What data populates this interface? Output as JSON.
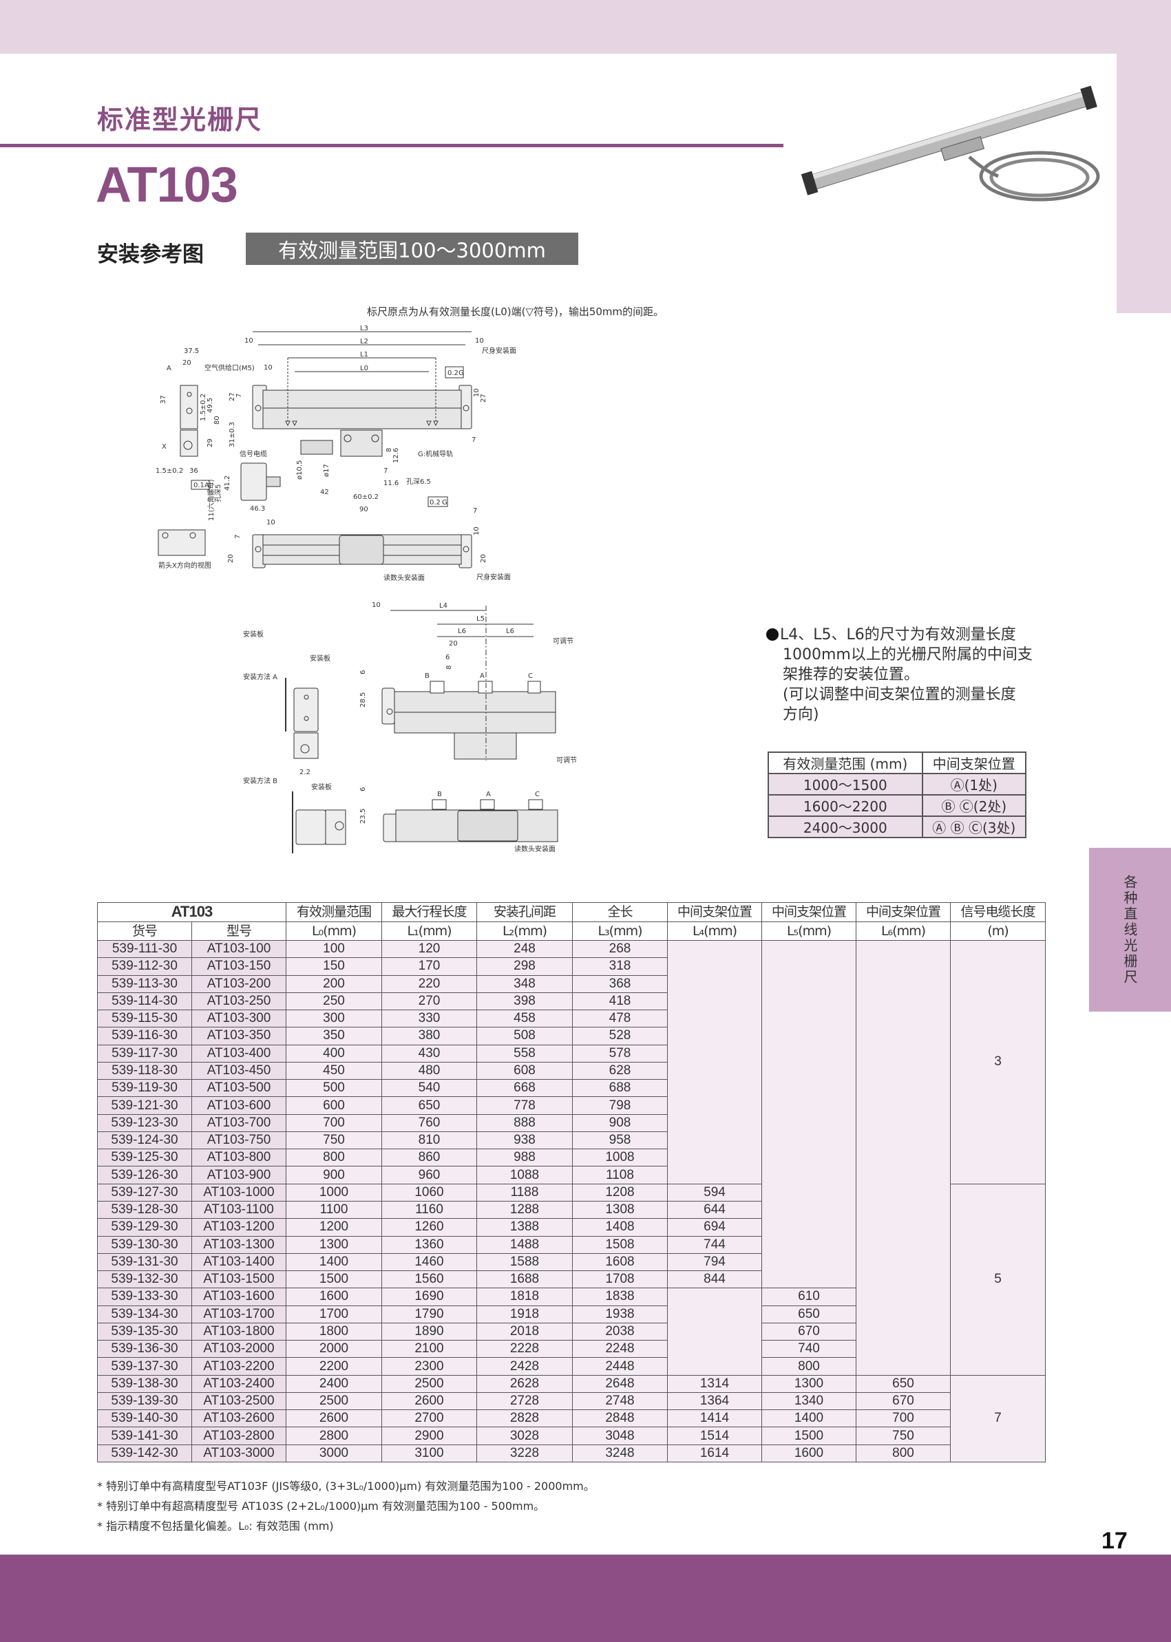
{
  "header": {
    "title": "标准型光栅尺",
    "model": "AT103",
    "section_title": "安装参考图",
    "range_label": "有效测量范围100～3000mm"
  },
  "side_tab": "各种直线光栅尺",
  "drawing": {
    "caption": "标尺原点为从有效测量长度(L0)端(▽符号)，输出50mm的间距。",
    "labels": [
      "L3",
      "L2",
      "L1",
      "L0",
      "10",
      "10",
      "10",
      "37.5",
      "20",
      "空气供给口(M5)",
      "A",
      "37",
      "1.5±0.2",
      "49.5",
      "80",
      "29",
      "27",
      "7",
      "31±0.3",
      "X",
      "1.5±0.2",
      "36",
      "0.1",
      "A",
      "11(六角螺母)",
      "孔深5",
      "信号电缆",
      "41.2",
      "46.3",
      "ø10.5",
      "ø17",
      "42",
      "60±0.2",
      "90",
      "7",
      "11.6",
      "8",
      "12.6",
      "孔深6.5",
      "G:机械导轨",
      "0.2",
      "G",
      "尺身安装面",
      "10",
      "27",
      "7",
      "0.2",
      "G",
      "10",
      "7",
      "20",
      "10",
      "20",
      "7",
      "读数头安装面",
      "尺身安装面",
      "箭头X方向的视图"
    ],
    "mount": {
      "plate": "安装板",
      "method_a": "安装方法 A",
      "method_b": "安装方法 B",
      "plate_a": "安装板",
      "plate_b": "安装板",
      "gap": "2.2",
      "adjust_a": "可调节",
      "adjust_b": "可调节",
      "head_face": "读数头安装面",
      "dims": [
        "10",
        "L4",
        "L5",
        "L6",
        "L6",
        "20",
        "6",
        "8",
        "6",
        "28.5",
        "6",
        "23.5"
      ],
      "brackets": [
        "B",
        "A",
        "C",
        "B",
        "A",
        "C"
      ]
    }
  },
  "note": [
    "L4、L5、L6的尺寸为有效测量长度",
    "1000mm以上的光栅尺附属的中间支",
    "架推荐的安装位置。",
    "(可以调整中间支架位置的测量长度",
    "方向)"
  ],
  "support_table": {
    "headers": [
      "有效测量范围 (mm)",
      "中间支架位置"
    ],
    "rows": [
      [
        "1000～1500",
        "Ⓐ(1处)"
      ],
      [
        "1600～2200",
        "Ⓑ Ⓒ(2处)"
      ],
      [
        "2400～3000",
        "Ⓐ Ⓑ Ⓒ(3处)"
      ]
    ]
  },
  "table": {
    "group_header": "AT103",
    "headers": [
      [
        "货号",
        ""
      ],
      [
        "型号",
        ""
      ],
      [
        "有效测量范围",
        "L₀(mm)"
      ],
      [
        "最大行程长度",
        "L₁(mm)"
      ],
      [
        "安装孔间距",
        "L₂(mm)"
      ],
      [
        "全长",
        "L₃(mm)"
      ],
      [
        "中间支架位置",
        "L₄(mm)"
      ],
      [
        "中间支架位置",
        "L₅(mm)"
      ],
      [
        "中间支架位置",
        "L₆(mm)"
      ],
      [
        "信号电缆长度",
        "(m)"
      ]
    ],
    "rows": [
      [
        "539-111-30",
        "AT103-100",
        "100",
        "120",
        "248",
        "268"
      ],
      [
        "539-112-30",
        "AT103-150",
        "150",
        "170",
        "298",
        "318"
      ],
      [
        "539-113-30",
        "AT103-200",
        "200",
        "220",
        "348",
        "368"
      ],
      [
        "539-114-30",
        "AT103-250",
        "250",
        "270",
        "398",
        "418"
      ],
      [
        "539-115-30",
        "AT103-300",
        "300",
        "330",
        "458",
        "478"
      ],
      [
        "539-116-30",
        "AT103-350",
        "350",
        "380",
        "508",
        "528"
      ],
      [
        "539-117-30",
        "AT103-400",
        "400",
        "430",
        "558",
        "578"
      ],
      [
        "539-118-30",
        "AT103-450",
        "450",
        "480",
        "608",
        "628"
      ],
      [
        "539-119-30",
        "AT103-500",
        "500",
        "540",
        "668",
        "688"
      ],
      [
        "539-121-30",
        "AT103-600",
        "600",
        "650",
        "778",
        "798"
      ],
      [
        "539-123-30",
        "AT103-700",
        "700",
        "760",
        "888",
        "908"
      ],
      [
        "539-124-30",
        "AT103-750",
        "750",
        "810",
        "938",
        "958"
      ],
      [
        "539-125-30",
        "AT103-800",
        "800",
        "860",
        "988",
        "1008"
      ],
      [
        "539-126-30",
        "AT103-900",
        "900",
        "960",
        "1088",
        "1108"
      ],
      [
        "539-127-30",
        "AT103-1000",
        "1000",
        "1060",
        "1188",
        "1208"
      ],
      [
        "539-128-30",
        "AT103-1100",
        "1100",
        "1160",
        "1288",
        "1308"
      ],
      [
        "539-129-30",
        "AT103-1200",
        "1200",
        "1260",
        "1388",
        "1408"
      ],
      [
        "539-130-30",
        "AT103-1300",
        "1300",
        "1360",
        "1488",
        "1508"
      ],
      [
        "539-131-30",
        "AT103-1400",
        "1400",
        "1460",
        "1588",
        "1608"
      ],
      [
        "539-132-30",
        "AT103-1500",
        "1500",
        "1560",
        "1688",
        "1708"
      ],
      [
        "539-133-30",
        "AT103-1600",
        "1600",
        "1690",
        "1818",
        "1838"
      ],
      [
        "539-134-30",
        "AT103-1700",
        "1700",
        "1790",
        "1918",
        "1938"
      ],
      [
        "539-135-30",
        "AT103-1800",
        "1800",
        "1890",
        "2018",
        "2038"
      ],
      [
        "539-136-30",
        "AT103-2000",
        "2000",
        "2100",
        "2228",
        "2248"
      ],
      [
        "539-137-30",
        "AT103-2200",
        "2200",
        "2300",
        "2428",
        "2448"
      ],
      [
        "539-138-30",
        "AT103-2400",
        "2400",
        "2500",
        "2628",
        "2648"
      ],
      [
        "539-139-30",
        "AT103-2500",
        "2500",
        "2600",
        "2728",
        "2748"
      ],
      [
        "539-140-30",
        "AT103-2600",
        "2600",
        "2700",
        "2828",
        "2848"
      ],
      [
        "539-141-30",
        "AT103-2800",
        "2800",
        "2900",
        "3028",
        "3048"
      ],
      [
        "539-142-30",
        "AT103-3000",
        "3000",
        "3100",
        "3228",
        "3248"
      ]
    ],
    "l4": {
      "rows_1000_1500": [
        "594",
        "644",
        "694",
        "744",
        "794",
        "844"
      ],
      "rows_2400_3000": [
        "1314",
        "1364",
        "1414",
        "1514",
        "1614"
      ]
    },
    "l5": {
      "rows_1600_3000": [
        "610",
        "650",
        "670",
        "740",
        "800",
        "1300",
        "1340",
        "1400",
        "1500",
        "1600"
      ]
    },
    "l6": {
      "rows_2400_3000": [
        "650",
        "670",
        "700",
        "750",
        "800"
      ]
    },
    "cable": [
      "3",
      "5",
      "7"
    ]
  },
  "footnotes": [
    "* 特别订单中有高精度型号AT103F (JIS等级0, (3+3L₀/1000)μm) 有效测量范围为100 - 2000mm。",
    "* 特别订单中有超高精度型号 AT103S (2+2L₀/1000)μm 有效测量范围为100 - 500mm。",
    "* 指示精度不包括量化偏差。L₀: 有效范围 (mm)"
  ],
  "page_number": "17",
  "colors": {
    "brand": "#8b4f84",
    "band": "#e6d4e3",
    "side_tab": "#c9a4c4"
  }
}
